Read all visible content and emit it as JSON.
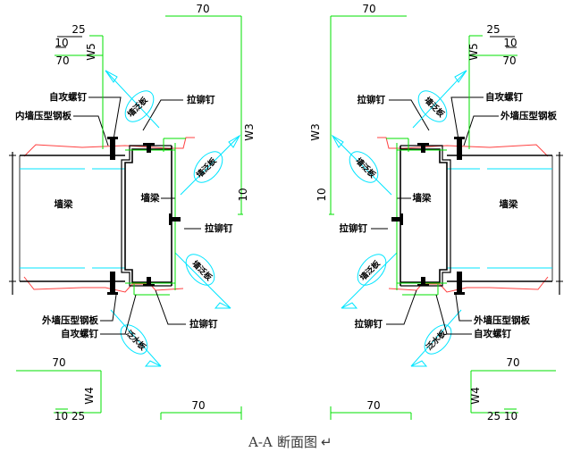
{
  "document": {
    "title_code": "A-A",
    "title_cjk": "断面图",
    "title_mark": "↵"
  },
  "labels": {
    "self_tapping_screw": "自攻螺钉",
    "blind_rivet": "拉铆钉",
    "interior_wall_panel": "内墙压型钢板",
    "exterior_wall_panel": "外墙压型钢板",
    "wall_girt": "墙梁",
    "wall_flashing": "墙泛板",
    "water_flashing": "泛水板"
  },
  "dimensions": {
    "d70": "70",
    "d25": "25",
    "d10": "10",
    "w5": "W5",
    "w4": "W4",
    "w3": "W3",
    "d10_25": "10 25",
    "d25_10": "25 10"
  },
  "colors": {
    "green": "#00e000",
    "cyan": "#00e5ff",
    "red": "#ff4040",
    "black": "#000000",
    "title": "#3a3a3a",
    "background": "#ffffff"
  },
  "views": [
    {
      "id": "left-view",
      "name": "left-section-detail",
      "mirrored": false
    },
    {
      "id": "right-view",
      "name": "right-section-detail",
      "mirrored": true
    }
  ]
}
